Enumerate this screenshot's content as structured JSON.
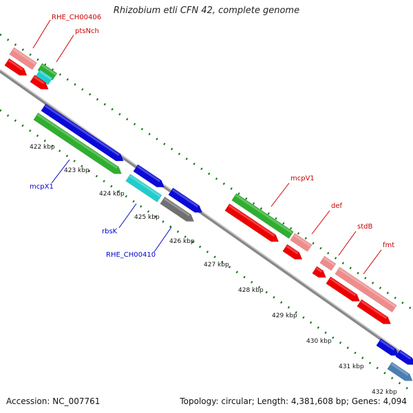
{
  "title": "Rhizobium etli CFN 42, complete genome",
  "footer": {
    "accession": "Accession: NC_007761",
    "summary": "Topology: circular; Length: 4,381,608 bp; Genes: 4,094"
  },
  "colors": {
    "red": "#ee0000",
    "pink": "#ee8c8c",
    "green": "#2fae2f",
    "cyan": "#22cccc",
    "blue": "#0a0ad8",
    "gray": "#707070",
    "steel": "#4a7fb5",
    "label_red": "#cc0000",
    "label_blue": "#0000cc",
    "tick_green": "#117711"
  },
  "kbp_ticks": [
    "422 kbp",
    "423 kbp",
    "424 kbp",
    "425 kbp",
    "426 kbp",
    "427 kbp",
    "428 kbp",
    "429 kbp",
    "430 kbp",
    "431 kbp",
    "432 kbp"
  ],
  "gene_labels": [
    {
      "name": "RHE_CH00406",
      "color": "label_red"
    },
    {
      "name": "ptsNch",
      "color": "label_red"
    },
    {
      "name": "mcpV1",
      "color": "label_red"
    },
    {
      "name": "def",
      "color": "label_red"
    },
    {
      "name": "stdB",
      "color": "label_red"
    },
    {
      "name": "fmt",
      "color": "label_red"
    },
    {
      "name": "mcpX1",
      "color": "label_blue"
    },
    {
      "name": "rbsK",
      "color": "label_blue"
    },
    {
      "name": "RHE_CH00410",
      "color": "label_blue"
    }
  ]
}
